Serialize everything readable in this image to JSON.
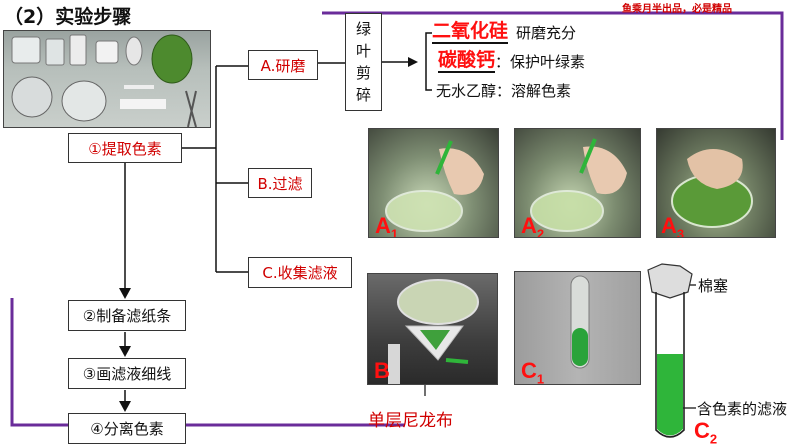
{
  "heading": "（2）实验步骤",
  "watermark": "鱼乘月半出品，必是精品",
  "flow": {
    "extract": "①提取色素",
    "prepare": "②制备滤纸条",
    "draw": "③画滤液细线",
    "separate": "④分离色素"
  },
  "branches": {
    "grind": "A.研磨",
    "filter": "B.过滤",
    "collect": "C.收集滤液"
  },
  "cut_label": [
    "绿",
    "叶",
    "剪",
    "碎"
  ],
  "reagents": [
    {
      "name": "二氧化硅",
      "sep": "",
      "role": "研磨充分"
    },
    {
      "name": "碳酸钙",
      "sep": "：",
      "role": "保护叶绿素"
    },
    {
      "name": "无水乙醇",
      "sep": "：",
      "role": "溶解色素"
    }
  ],
  "photos": {
    "a1": {
      "letter": "A",
      "sub": "1"
    },
    "a2": {
      "letter": "A",
      "sub": "2"
    },
    "a3": {
      "letter": "A",
      "sub": "3"
    },
    "b": {
      "letter": "B",
      "sub": ""
    },
    "c1": {
      "letter": "C",
      "sub": "1"
    },
    "c2": {
      "letter": "C",
      "sub": "2"
    }
  },
  "annotations": {
    "nylon": "单层尼龙布",
    "stopper": "棉塞",
    "filtrate": "含色素的滤液"
  },
  "colors": {
    "red": "#d00000",
    "purple": "#6a2c9a",
    "green": "#2fb53a"
  }
}
